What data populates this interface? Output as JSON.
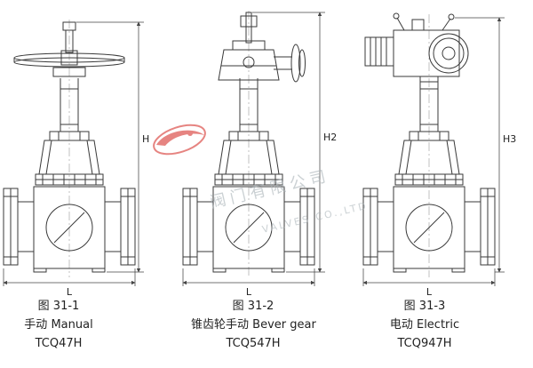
{
  "figures": [
    {
      "id": "manual",
      "figure_label": "图 31-1",
      "name_cn": "手动",
      "name_en": "Manual",
      "model": "TCQ47H",
      "height_dim": "H",
      "length_dim": "L"
    },
    {
      "id": "bevel-gear",
      "figure_label": "图 31-2",
      "name_cn": "锥齿轮手动",
      "name_en": "Bever gear",
      "model": "TCQ547H",
      "height_dim": "H2",
      "length_dim": "L"
    },
    {
      "id": "electric",
      "figure_label": "图 31-3",
      "name_cn": "电动",
      "name_en": "Electric",
      "model": "TCQ947H",
      "height_dim": "H3",
      "length_dim": "L"
    }
  ],
  "watermark": {
    "text_cn": "阀门有限公司",
    "text_en": "VALVES CO.,LTD",
    "logo_color": "#d6342e",
    "text_color": "#aab3b8"
  },
  "colors": {
    "line": "#3a3a3a",
    "background": "#ffffff"
  }
}
